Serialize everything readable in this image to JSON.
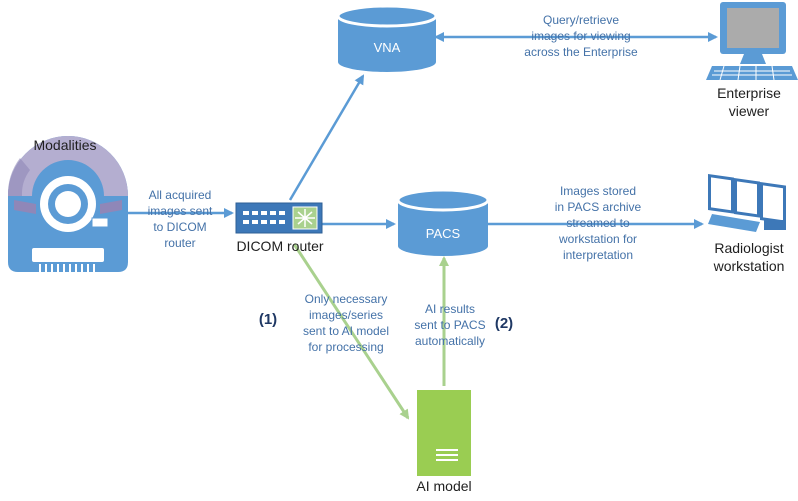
{
  "nodes": {
    "modalities": "Modalities",
    "dicom_router": "DICOM router",
    "vna": "VNA",
    "pacs": "PACS",
    "enterprise_viewer": "Enterprise\nviewer",
    "radiologist_workstation": "Radiologist\nworkstation",
    "ai_model": "AI model"
  },
  "edges": {
    "modalities_to_router": "All acquired\nimages sent\nto DICOM\nrouter",
    "vna_to_viewer": "Query/retrieve\nimages for viewing\nacross the Enterprise",
    "pacs_to_workstation": "Images stored\nin PACS archive\nstreamed to\nworkstation for\ninterpretation",
    "router_to_ai": "Only necessary\nimages/series\nsent to AI model\nfor processing",
    "ai_to_pacs": "AI results\nsent to PACS\nautomatically"
  },
  "steps": {
    "step1": "(1)",
    "step2": "(2)"
  },
  "colors": {
    "blue": "#5b9bd5",
    "dark_blue": "#3d78b8",
    "green": "#a9d18e",
    "ai_fill": "#9acd52",
    "lavender": "#b4aed0"
  }
}
